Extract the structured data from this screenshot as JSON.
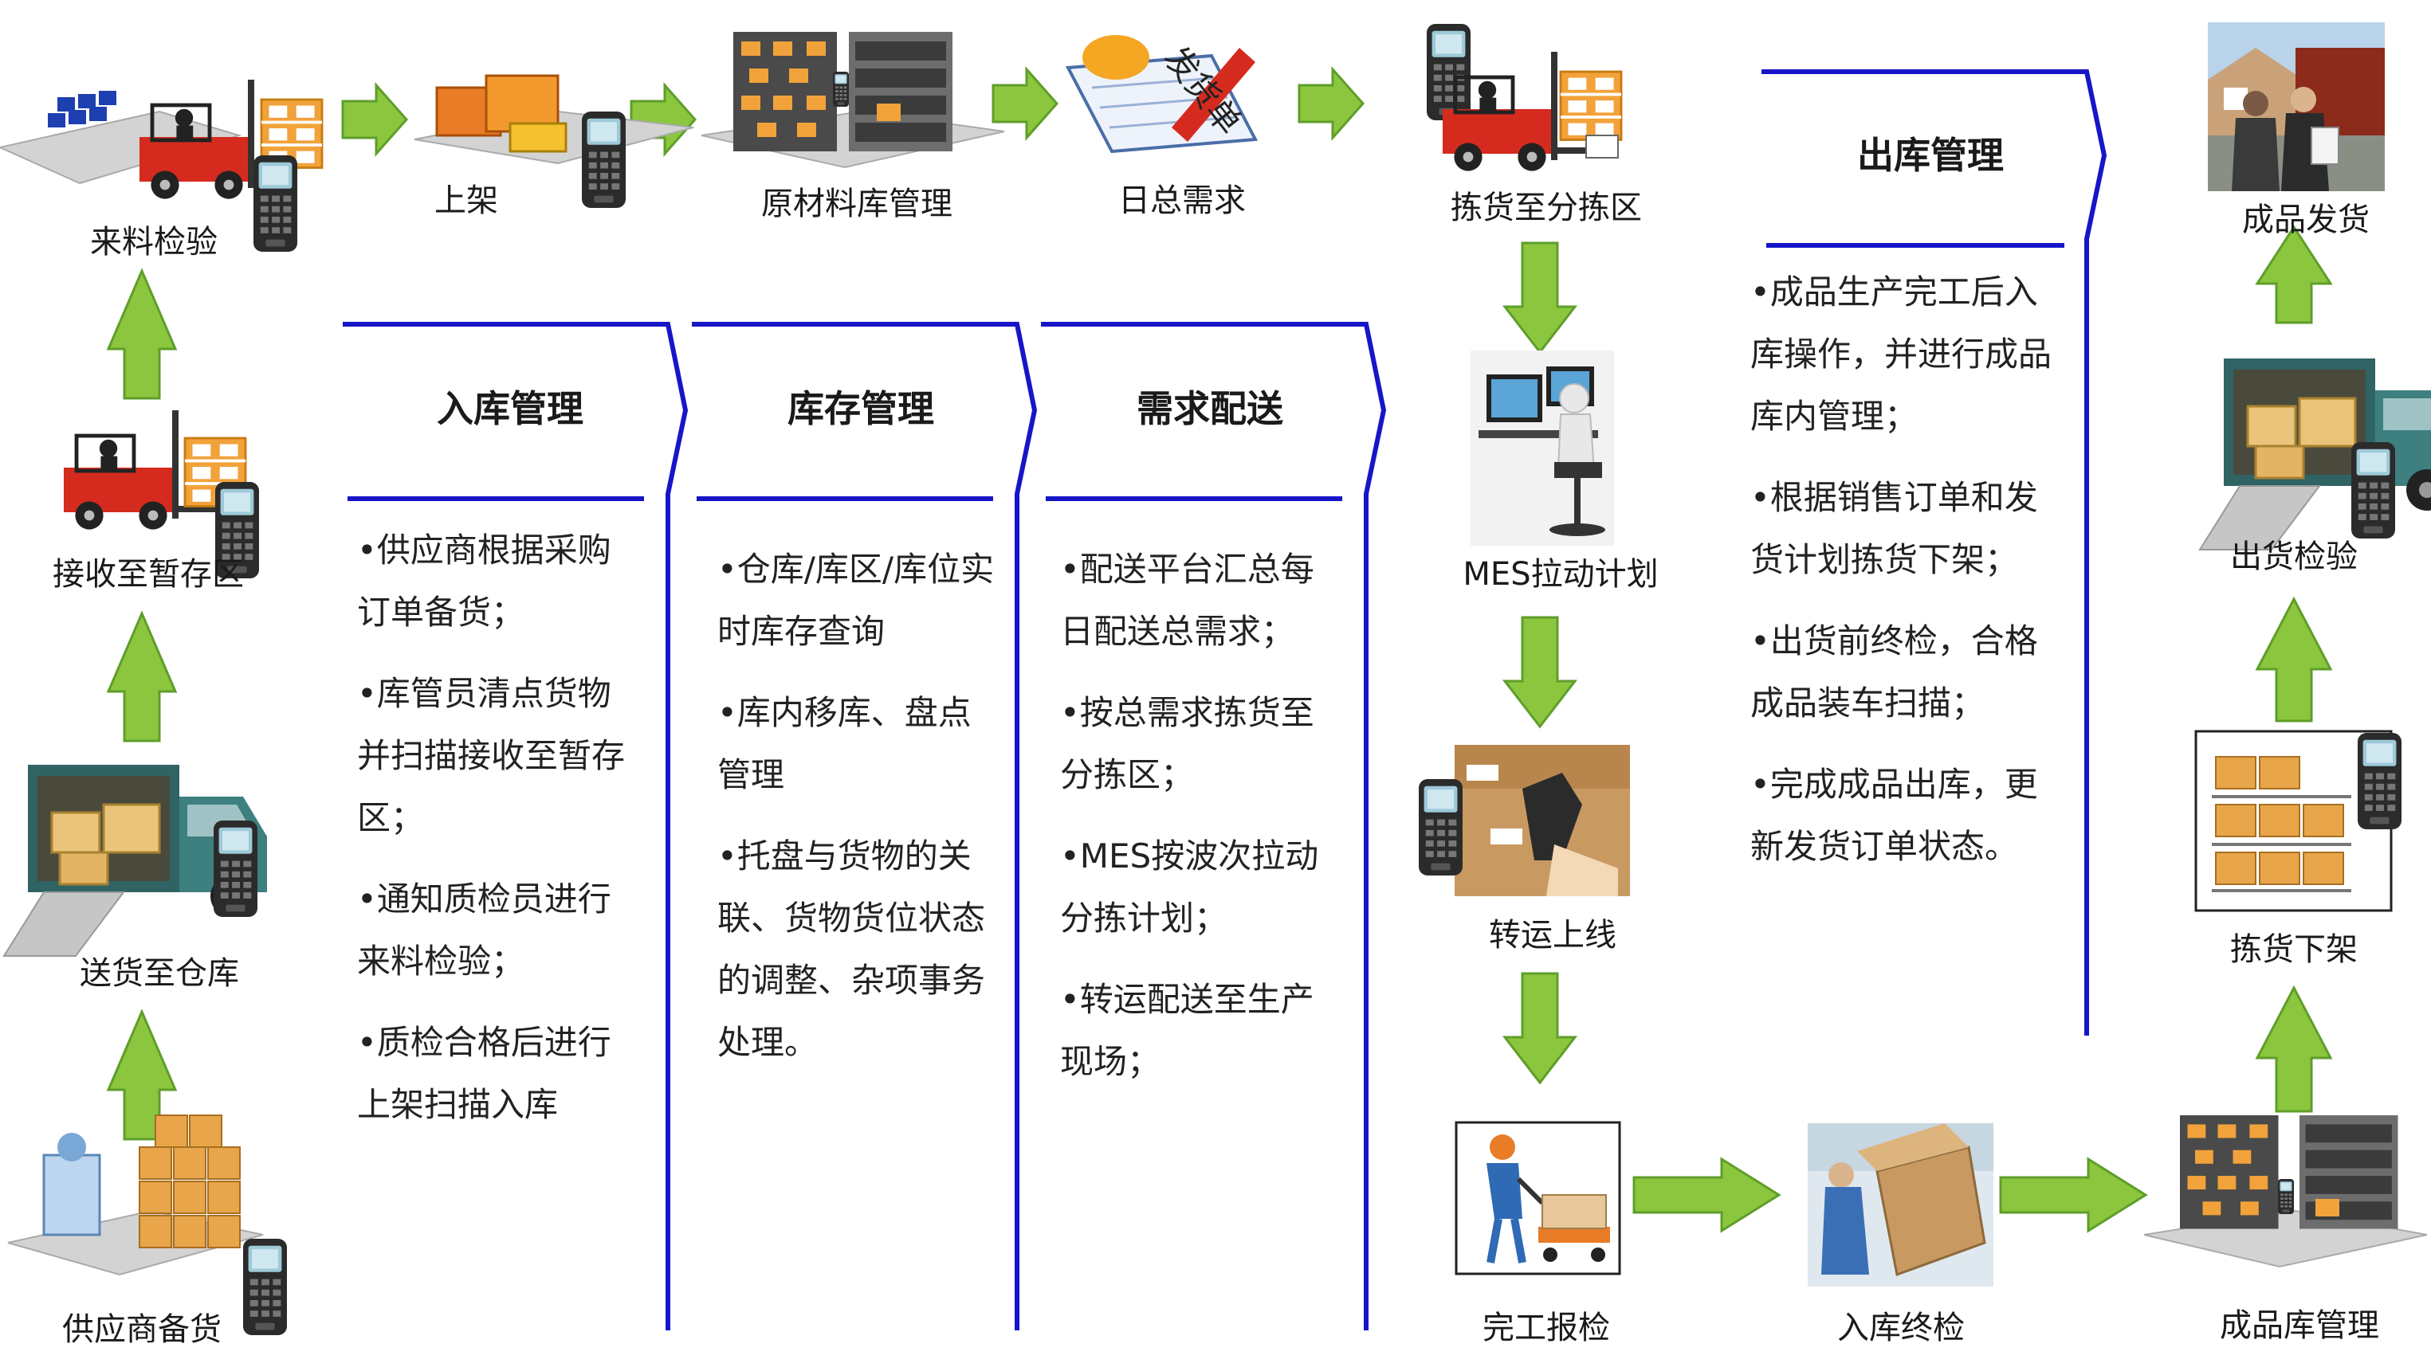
{
  "nodes": {
    "incoming_inspection": "来料检验",
    "shelving": "上架",
    "raw_material_mgmt": "原材料库管理",
    "daily_demand": "日总需求",
    "picking_to_sorting": "拣货至分拣区",
    "finished_shipping": "成品发货",
    "receive_to_staging": "接收至暂存区",
    "mes_pull_plan": "MES拉动计划",
    "shipping_inspection": "出货检验",
    "deliver_to_warehouse": "送货至仓库",
    "transfer_online": "转运上线",
    "picking_unshelve": "拣货下架",
    "supplier_stocking": "供应商备货",
    "completion_report": "完工报检",
    "final_inbound_inspection": "入库终检",
    "finished_goods_mgmt": "成品库管理"
  },
  "icon_texts": {
    "delivery_note": "发货单"
  },
  "panels": {
    "inbound": {
      "title": "入库管理",
      "items": [
        "•供应商根据采购订单备货；",
        "•库管员清点货物并扫描接收至暂存区；",
        "•通知质检员进行来料检验；",
        "•质检合格后进行上架扫描入库"
      ]
    },
    "inventory": {
      "title": "库存管理",
      "items": [
        "•仓库/库区/库位实时库存查询",
        "•库内移库、盘点管理",
        "•托盘与货物的关联、货物货位状态的调整、杂项事务处理。"
      ]
    },
    "delivery": {
      "title": "需求配送",
      "items": [
        "•配送平台汇总每日配送总需求；",
        "•按总需求拣货至分拣区；",
        "•MES按波次拉动分拣计划；",
        "•转运配送至生产现场；"
      ]
    },
    "outbound": {
      "title": "出库管理",
      "items": [
        "•成品生产完工后入库操作，并进行成品库内管理；",
        "•根据销售订单和发货计划拣货下架；",
        "•出货前终检，合格成品装车扫描；",
        "•完成成品出库，更新发货订单状态。"
      ]
    }
  },
  "colors": {
    "arrow_fill": "#8CC63F",
    "arrow_stroke": "#5E9E2A",
    "panel_line": "#1616C8",
    "orange": "#F2A23A",
    "forklift_red": "#D52B1E",
    "truck_teal": "#3E7F80"
  },
  "icons": {
    "scanner": "barcode-scanner-icon",
    "forklift": "forklift-icon",
    "truck": "delivery-truck-icon",
    "shelf": "warehouse-shelf-icon",
    "boxes": "cargo-boxes-icon",
    "computer": "computer-workstation-icon",
    "worker": "worker-icon",
    "handshake": "handshake-delivery-icon",
    "document": "delivery-note-icon"
  }
}
